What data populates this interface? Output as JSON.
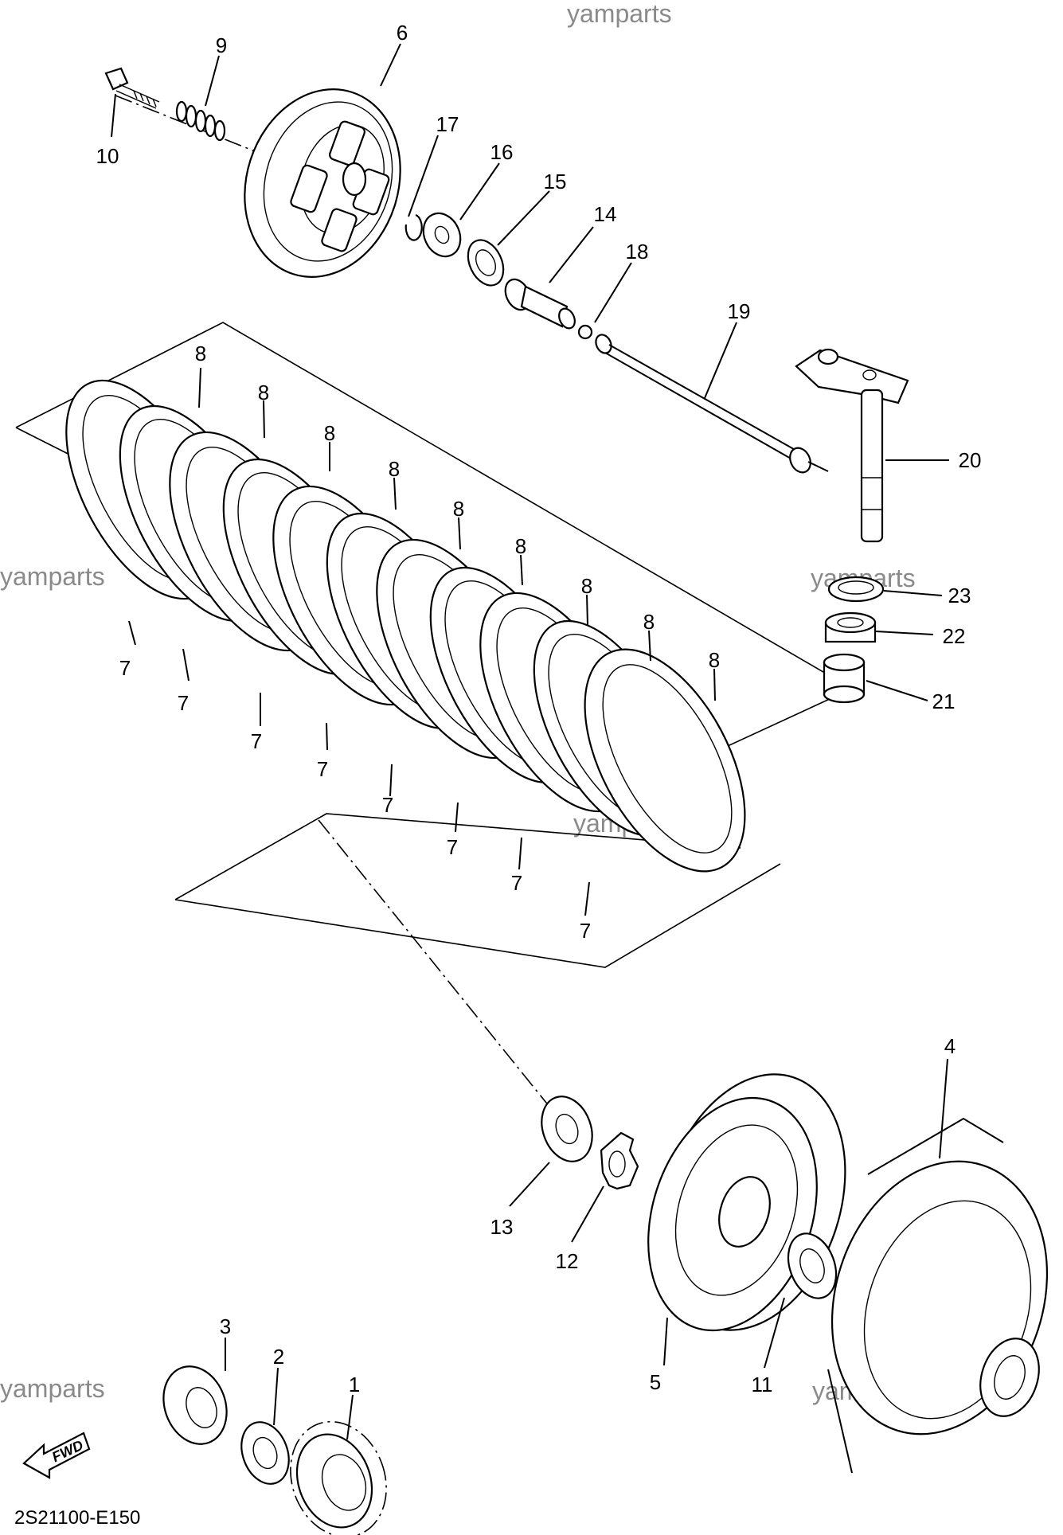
{
  "diagram_code": "2S21100-E150",
  "watermark": "yamparts",
  "fwd_label": "FWD",
  "callouts": {
    "p1": "1",
    "p2": "2",
    "p3": "3",
    "p4": "4",
    "p5": "5",
    "p6": "6",
    "p9": "9",
    "p10": "10",
    "p11": "11",
    "p12": "12",
    "p13": "13",
    "p14": "14",
    "p15": "15",
    "p16": "16",
    "p17": "17",
    "p18": "18",
    "p19": "19",
    "p20": "20",
    "p21": "21",
    "p22": "22",
    "p23": "23",
    "p7": "7",
    "p8": "8"
  }
}
